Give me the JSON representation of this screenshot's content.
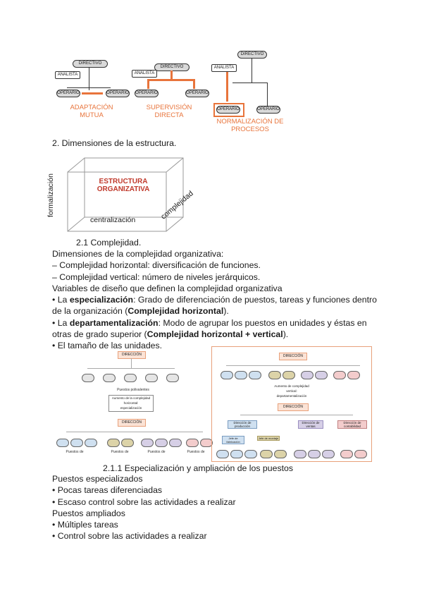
{
  "coord_diagram": {
    "directivo": "DIRECTIVO",
    "analista": "ANALISTA",
    "operario": "OPERARIO",
    "labels": {
      "mutual": [
        "ADAPTACIÓN",
        "MUTUA"
      ],
      "supervision": [
        "SUPERVISIÓN",
        "DIRECTA"
      ],
      "normalization": [
        "NORMALIZACIÓN DE",
        "PROCESOS"
      ]
    }
  },
  "section2": {
    "title": "2. Dimensiones de la estructura."
  },
  "cube": {
    "title_line1": "ESTRUCTURA",
    "title_line2": "ORGANIZATIVA",
    "axis_vertical": "formalización",
    "axis_horizontal": "centralización",
    "axis_depth": "complejidad"
  },
  "section21": {
    "title": "2.1 Complejidad.",
    "lines": [
      "Dimensiones de la complejidad organizativa:",
      "– Complejidad horizontal: diversificación de funciones.",
      "– Complejidad vertical: número de niveles jerárquicos.",
      "Variables de diseño que definen la complejidad organizativa"
    ],
    "b1_pre": "• La ",
    "b1_bold": "especialización",
    "b1_post": ": Grado de diferenciación de puestos, tareas y funciones dentro",
    "b1_line2_pre": "de la organización (",
    "b1_line2_bold": "Complejidad horizontal",
    "b1_line2_post": ").",
    "b2_pre": "• La ",
    "b2_bold": "departamentalización",
    "b2_post": ": Modo de agrupar los puestos en unidades y éstas en",
    "b2_line2_pre": "otras de grado superior (",
    "b2_line2_bold": "Complejidad horizontal + vertical",
    "b2_line2_post": ").",
    "b3": "• El tamaño de las unidades."
  },
  "left_fig": {
    "top": "DIRECCIÓN",
    "mid_label": "Puestos polivalentes",
    "arrow_box": [
      "Aumento de la complejidad",
      "horizontal:",
      "especialización"
    ],
    "second_top": "DIRECCIÓN",
    "groups": [
      "Puestos de",
      "Puestos de",
      "Puestos de",
      "Puestos de"
    ]
  },
  "right_fig": {
    "top": "DIRECCIÓN",
    "arrow_box": [
      "Aumento de complejidad",
      "vertical:",
      "departamentalización"
    ],
    "second_top": "DIRECCIÓN",
    "dept": [
      "Dirección de producción",
      "Dirección de ventas",
      "Dirección de contabilidad"
    ],
    "sub": [
      "Jefe de fabricación",
      "Jefe de montaje"
    ]
  },
  "section211": {
    "title": "2.1.1 Especialización y ampliación de los puestos",
    "lines": [
      "Puestos especializados",
      "• Pocas tareas diferenciadas",
      "• Escaso control sobre las actividades a realizar",
      "Puestos ampliados",
      "• Múltiples tareas",
      "• Control sobre las actividades a realizar"
    ]
  },
  "colors": {
    "accent": "#e8743b",
    "box": "#d9d9d9",
    "text": "#1a1a1a"
  }
}
